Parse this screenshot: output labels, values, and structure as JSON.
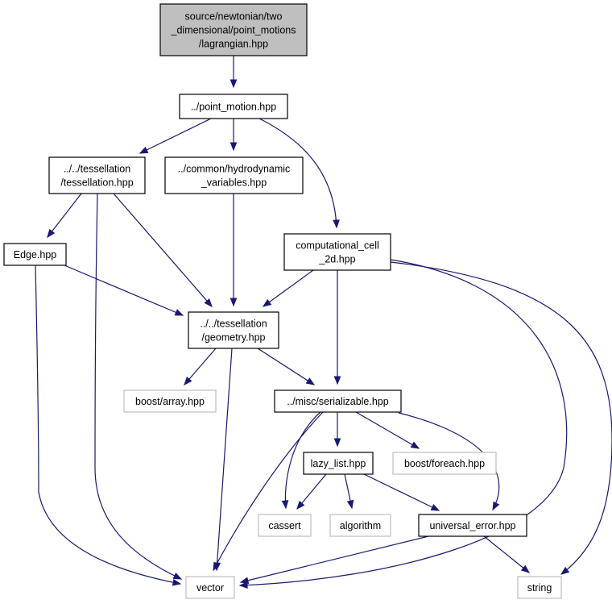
{
  "colors": {
    "edge": "#191970",
    "root_fill": "#bfbfbf",
    "node_border": "#000000",
    "system_node_border": "#bfbfbf",
    "background": "#ffffff"
  },
  "nodes": {
    "lagrangian": {
      "lines": [
        "source/newtonian/two",
        "_dimensional/point_motions",
        "/lagrangian.hpp"
      ],
      "kind": "root"
    },
    "point_motion": {
      "lines": [
        "../point_motion.hpp"
      ],
      "kind": "local"
    },
    "tessellation": {
      "lines": [
        "../../tessellation",
        "/tessellation.hpp"
      ],
      "kind": "local"
    },
    "hydrodynamic": {
      "lines": [
        "../common/hydrodynamic",
        "_variables.hpp"
      ],
      "kind": "local"
    },
    "computational_cell": {
      "lines": [
        "computational_cell",
        "_2d.hpp"
      ],
      "kind": "local"
    },
    "edge": {
      "lines": [
        "Edge.hpp"
      ],
      "kind": "local"
    },
    "geometry": {
      "lines": [
        "../../tessellation",
        "/geometry.hpp"
      ],
      "kind": "local"
    },
    "boost_array": {
      "lines": [
        "boost/array.hpp"
      ],
      "kind": "system"
    },
    "serializable": {
      "lines": [
        "../misc/serializable.hpp"
      ],
      "kind": "local"
    },
    "lazy_list": {
      "lines": [
        "lazy_list.hpp"
      ],
      "kind": "local"
    },
    "boost_foreach": {
      "lines": [
        "boost/foreach.hpp"
      ],
      "kind": "system"
    },
    "cassert": {
      "lines": [
        "cassert"
      ],
      "kind": "system"
    },
    "algorithm": {
      "lines": [
        "algorithm"
      ],
      "kind": "system"
    },
    "universal_error": {
      "lines": [
        "universal_error.hpp"
      ],
      "kind": "local"
    },
    "vector": {
      "lines": [
        "vector"
      ],
      "kind": "system"
    },
    "string": {
      "lines": [
        "string"
      ],
      "kind": "system"
    }
  },
  "edges": [
    [
      "lagrangian",
      "point_motion"
    ],
    [
      "point_motion",
      "tessellation"
    ],
    [
      "point_motion",
      "hydrodynamic"
    ],
    [
      "point_motion",
      "computational_cell"
    ],
    [
      "tessellation",
      "edge"
    ],
    [
      "tessellation",
      "geometry"
    ],
    [
      "tessellation",
      "vector"
    ],
    [
      "hydrodynamic",
      "geometry"
    ],
    [
      "edge",
      "geometry"
    ],
    [
      "edge",
      "vector"
    ],
    [
      "computational_cell",
      "geometry"
    ],
    [
      "computational_cell",
      "serializable"
    ],
    [
      "computational_cell",
      "vector"
    ],
    [
      "computational_cell",
      "string"
    ],
    [
      "geometry",
      "boost_array"
    ],
    [
      "geometry",
      "serializable"
    ],
    [
      "geometry",
      "vector"
    ],
    [
      "serializable",
      "lazy_list"
    ],
    [
      "serializable",
      "boost_foreach"
    ],
    [
      "serializable",
      "cassert"
    ],
    [
      "serializable",
      "vector"
    ],
    [
      "serializable",
      "universal_error"
    ],
    [
      "lazy_list",
      "cassert"
    ],
    [
      "lazy_list",
      "algorithm"
    ],
    [
      "lazy_list",
      "universal_error"
    ],
    [
      "universal_error",
      "vector"
    ],
    [
      "universal_error",
      "string"
    ]
  ]
}
